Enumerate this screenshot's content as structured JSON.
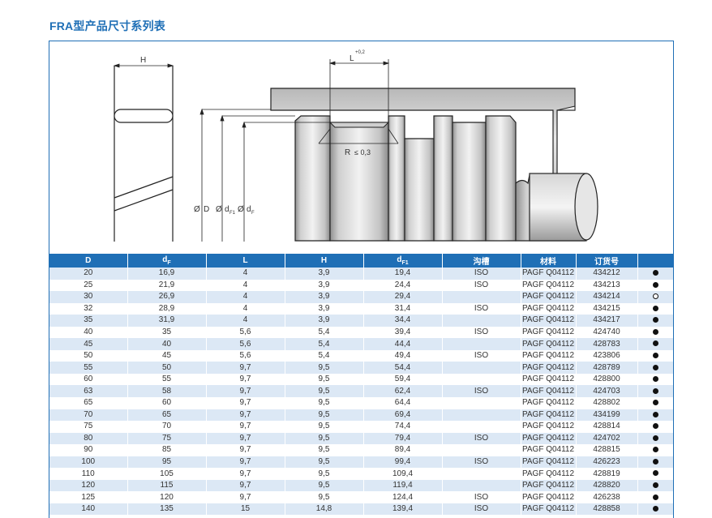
{
  "title": "FRA型产品尺寸系列表",
  "drawing": {
    "label_H": "H",
    "label_L": "L",
    "label_L_tol": "+0,2",
    "label_R": "R",
    "label_R_val": "≤ 0,3",
    "label_D": "D",
    "label_dF1": "d",
    "label_dF1_sub": "F1",
    "label_dF": "d",
    "label_dF_sub": "F",
    "label_phi": "Ø"
  },
  "table": {
    "headers": [
      {
        "main": "D",
        "sub": ""
      },
      {
        "main": "d",
        "sub": "F"
      },
      {
        "main": "L",
        "sub": ""
      },
      {
        "main": "H",
        "sub": ""
      },
      {
        "main": "d",
        "sub": "F1"
      },
      {
        "main": "沟槽",
        "sub": ""
      },
      {
        "main": "材料",
        "sub": ""
      },
      {
        "main": "订货号",
        "sub": ""
      },
      {
        "main": "",
        "sub": ""
      }
    ],
    "rows": [
      {
        "D": "20",
        "dF": "16,9",
        "L": "4",
        "H": "3,9",
        "dF1": "19,4",
        "groove": "ISO",
        "material": "PAGF Q04112",
        "order": "434212",
        "stock": "filled"
      },
      {
        "D": "25",
        "dF": "21,9",
        "L": "4",
        "H": "3,9",
        "dF1": "24,4",
        "groove": "ISO",
        "material": "PAGF Q04112",
        "order": "434213",
        "stock": "filled"
      },
      {
        "D": "30",
        "dF": "26,9",
        "L": "4",
        "H": "3,9",
        "dF1": "29,4",
        "groove": "",
        "material": "PAGF Q04112",
        "order": "434214",
        "stock": "open"
      },
      {
        "D": "32",
        "dF": "28,9",
        "L": "4",
        "H": "3,9",
        "dF1": "31,4",
        "groove": "ISO",
        "material": "PAGF Q04112",
        "order": "434215",
        "stock": "filled"
      },
      {
        "D": "35",
        "dF": "31,9",
        "L": "4",
        "H": "3,9",
        "dF1": "34,4",
        "groove": "",
        "material": "PAGF Q04112",
        "order": "434217",
        "stock": "filled"
      },
      {
        "D": "40",
        "dF": "35",
        "L": "5,6",
        "H": "5,4",
        "dF1": "39,4",
        "groove": "ISO",
        "material": "PAGF Q04112",
        "order": "424740",
        "stock": "filled"
      },
      {
        "D": "45",
        "dF": "40",
        "L": "5,6",
        "H": "5,4",
        "dF1": "44,4",
        "groove": "",
        "material": "PAGF Q04112",
        "order": "428783",
        "stock": "filled"
      },
      {
        "D": "50",
        "dF": "45",
        "L": "5,6",
        "H": "5,4",
        "dF1": "49,4",
        "groove": "ISO",
        "material": "PAGF Q04112",
        "order": "423806",
        "stock": "filled"
      },
      {
        "D": "55",
        "dF": "50",
        "L": "9,7",
        "H": "9,5",
        "dF1": "54,4",
        "groove": "",
        "material": "PAGF Q04112",
        "order": "428789",
        "stock": "filled"
      },
      {
        "D": "60",
        "dF": "55",
        "L": "9,7",
        "H": "9,5",
        "dF1": "59,4",
        "groove": "",
        "material": "PAGF Q04112",
        "order": "428800",
        "stock": "filled"
      },
      {
        "D": "63",
        "dF": "58",
        "L": "9,7",
        "H": "9,5",
        "dF1": "62,4",
        "groove": "ISO",
        "material": "PAGF Q04112",
        "order": "424703",
        "stock": "filled"
      },
      {
        "D": "65",
        "dF": "60",
        "L": "9,7",
        "H": "9,5",
        "dF1": "64,4",
        "groove": "",
        "material": "PAGF Q04112",
        "order": "428802",
        "stock": "filled"
      },
      {
        "D": "70",
        "dF": "65",
        "L": "9,7",
        "H": "9,5",
        "dF1": "69,4",
        "groove": "",
        "material": "PAGF Q04112",
        "order": "434199",
        "stock": "filled"
      },
      {
        "D": "75",
        "dF": "70",
        "L": "9,7",
        "H": "9,5",
        "dF1": "74,4",
        "groove": "",
        "material": "PAGF Q04112",
        "order": "428814",
        "stock": "filled"
      },
      {
        "D": "80",
        "dF": "75",
        "L": "9,7",
        "H": "9,5",
        "dF1": "79,4",
        "groove": "ISO",
        "material": "PAGF Q04112",
        "order": "424702",
        "stock": "filled"
      },
      {
        "D": "90",
        "dF": "85",
        "L": "9,7",
        "H": "9,5",
        "dF1": "89,4",
        "groove": "",
        "material": "PAGF Q04112",
        "order": "428815",
        "stock": "filled"
      },
      {
        "D": "100",
        "dF": "95",
        "L": "9,7",
        "H": "9,5",
        "dF1": "99,4",
        "groove": "ISO",
        "material": "PAGF Q04112",
        "order": "426223",
        "stock": "filled"
      },
      {
        "D": "110",
        "dF": "105",
        "L": "9,7",
        "H": "9,5",
        "dF1": "109,4",
        "groove": "",
        "material": "PAGF Q04112",
        "order": "428819",
        "stock": "filled"
      },
      {
        "D": "120",
        "dF": "115",
        "L": "9,7",
        "H": "9,5",
        "dF1": "119,4",
        "groove": "",
        "material": "PAGF Q04112",
        "order": "428820",
        "stock": "filled"
      },
      {
        "D": "125",
        "dF": "120",
        "L": "9,7",
        "H": "9,5",
        "dF1": "124,4",
        "groove": "ISO",
        "material": "PAGF Q04112",
        "order": "426238",
        "stock": "filled"
      },
      {
        "D": "140",
        "dF": "135",
        "L": "15",
        "H": "14,8",
        "dF1": "139,4",
        "groove": "ISO",
        "material": "PAGF Q04112",
        "order": "428858",
        "stock": "filled"
      }
    ]
  }
}
